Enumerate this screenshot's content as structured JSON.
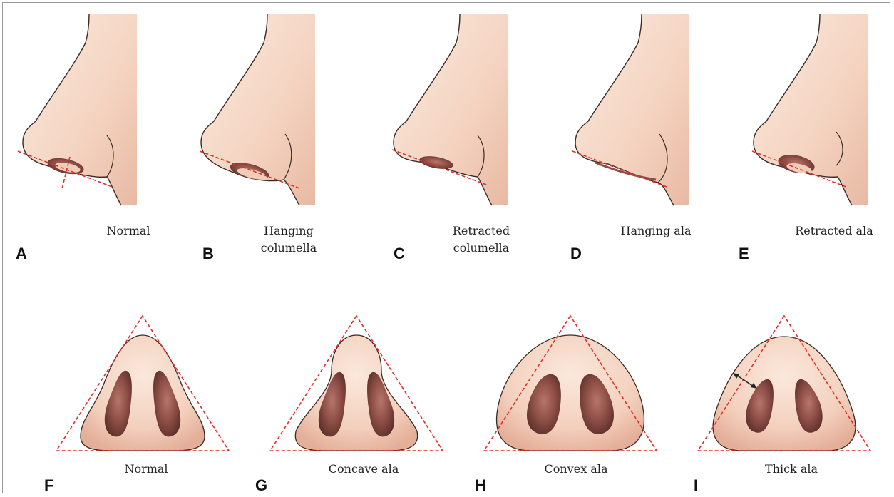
{
  "panels": [
    {
      "letter": "A",
      "caption": [
        "Normal"
      ]
    },
    {
      "letter": "B",
      "caption": [
        "Hanging",
        "columella"
      ]
    },
    {
      "letter": "C",
      "caption": [
        "Retracted",
        "columella"
      ]
    },
    {
      "letter": "D",
      "caption": [
        "Hanging ala"
      ]
    },
    {
      "letter": "E",
      "caption": [
        "Retracted ala"
      ]
    },
    {
      "letter": "F",
      "caption": [
        "Normal"
      ]
    },
    {
      "letter": "G",
      "caption": [
        "Concave ala"
      ]
    },
    {
      "letter": "H",
      "caption": [
        "Convex ala"
      ]
    },
    {
      "letter": "I",
      "caption": [
        "Thick ala"
      ]
    }
  ],
  "colors": {
    "skin_light": "#f8e3d6",
    "skin_mid": "#f0cdb8",
    "skin_shadow": "#e2ad96",
    "nostril_dark": "#6f3d37",
    "nostril_mid": "#9b5e55",
    "guide_line": "#e0302c",
    "outline": "#3b2a24"
  }
}
